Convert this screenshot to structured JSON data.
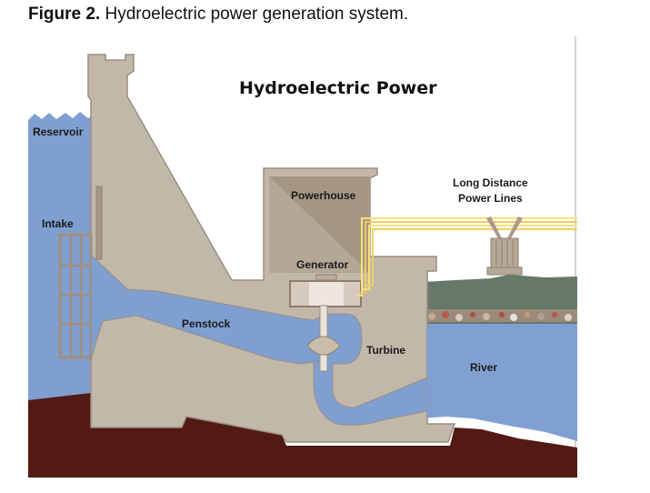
{
  "caption": {
    "label": "Figure 2.",
    "text": " Hydroelectric power generation system."
  },
  "diagram": {
    "title": "Hydroelectric Power",
    "labels": {
      "reservoir": "Reservoir",
      "intake": "Intake",
      "powerhouse": "Powerhouse",
      "generator": "Generator",
      "power_lines": [
        "Long Distance",
        "Power Lines"
      ],
      "penstock": "Penstock",
      "turbine": "Turbine",
      "river": "River"
    },
    "colors": {
      "water": "#7f9fd0",
      "concrete": "#c2b8aa",
      "concrete_dark": "#a8998a",
      "bedrock": "#521a12",
      "hillside": "#66786a",
      "power_line": "#f5d66a"
    }
  }
}
